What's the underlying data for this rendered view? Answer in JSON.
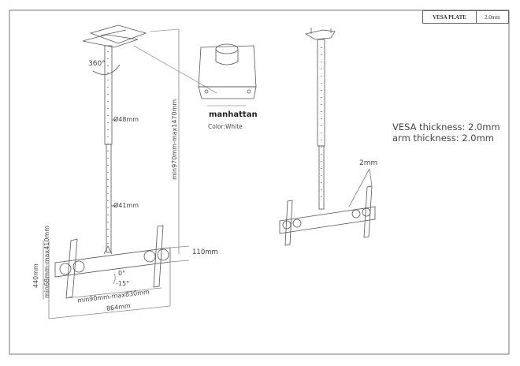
{
  "title_block": {
    "label": "VESA PLATE",
    "value": "2.0mm"
  },
  "left_view": {
    "rotation": "360°",
    "upper_pole_diameter": "Ø48mm",
    "lower_pole_diameter": "Ø41mm",
    "height_range": "min970mm-max1470mm",
    "plate_depth": "110mm",
    "vesa_height": "440mm",
    "vesa_vertical_range": "min68mm-max410mm",
    "tilt_top": "0°",
    "tilt_bottom": "-15°",
    "vesa_horizontal_range": "min90mm-max830mm",
    "total_width": "864mm"
  },
  "inset": {
    "logo": "manhattan",
    "color_label": "Color:White"
  },
  "right_view": {
    "vesa_thickness": "VESA thickness: 2.0mm",
    "arm_thickness": "arm thickness: 2.0mm",
    "callout": "2mm"
  }
}
